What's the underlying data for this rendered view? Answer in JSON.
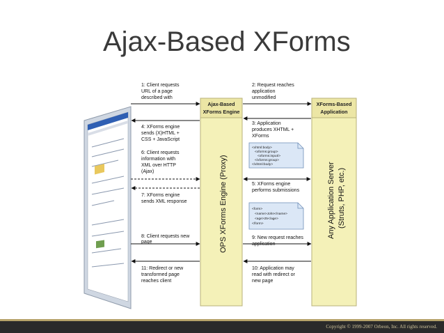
{
  "slide": {
    "title": "Ajax-Based XForms",
    "footer": "Copyright © 1999-2007 Orbeon, Inc. All rights reserved."
  },
  "diagram": {
    "engine_box_lines": [
      "Ajax-Based",
      "XForms Engine"
    ],
    "app_box_lines": [
      "XForms-Based",
      "Application"
    ],
    "engine_vertical": "OPS XForms Engine (Proxy)",
    "app_vertical_lines": [
      "Any Application Server",
      "(Struts, PHP, etc.)"
    ],
    "left_steps": [
      [
        "1: Client requests",
        "URL of a page",
        "described with"
      ],
      [
        "4: XForms engine",
        "sends (X)HTML +",
        "CSS + JavaScript"
      ],
      [
        "6: Client requests",
        "information with",
        "XML over HTTP",
        "(Ajax)"
      ],
      [
        "7: XForms engine",
        "sends XML response"
      ],
      [
        "8: Client requests new",
        "page"
      ],
      [
        "11: Redirect or new",
        "transformed page",
        "reaches client"
      ]
    ],
    "right_steps": [
      [
        "2: Request reaches",
        "application",
        "unmodified"
      ],
      [
        "3: Application",
        "produces XHTML +",
        "XForms"
      ],
      [
        "5: XForms engine",
        "performs submissions"
      ],
      [
        "9: New request reaches",
        "application"
      ],
      [
        "10: Application may",
        "read with redirect or",
        "new page"
      ]
    ],
    "note1_lines": [
      "<xhtml:body>",
      "  <xforms:group>",
      "    <xforms:input/>",
      "  </xforms:group>",
      "</xhtml:body>"
    ],
    "note2_lines": [
      "<form>",
      "  <name>John</name>",
      "  <age>25</age>",
      "</form>"
    ],
    "colors": {
      "box_fill": "#f4f1b8",
      "box_stroke": "#b8b27a",
      "note_fill": "#dbe7f6",
      "note_stroke": "#6f8fb8",
      "arrow": "#111111"
    }
  }
}
